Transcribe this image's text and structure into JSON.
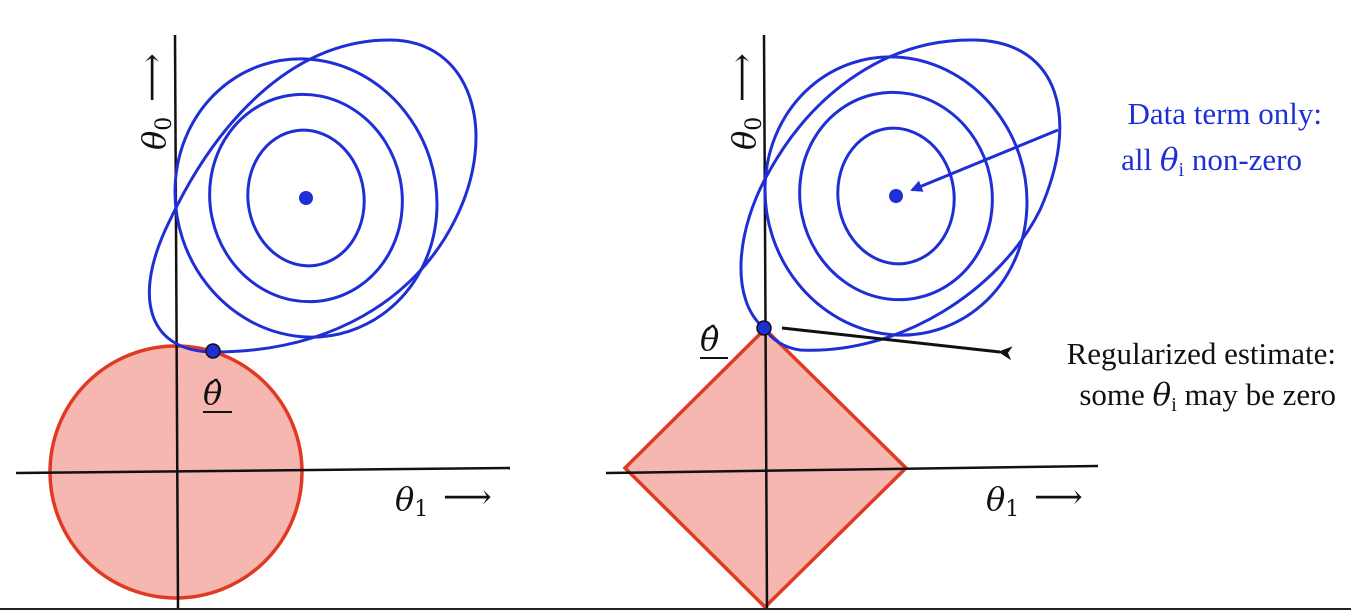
{
  "colors": {
    "contour": "#1f2fd6",
    "constraint_stroke": "#e03a22",
    "constraint_fill": "#f6b7b0",
    "axis": "#111111",
    "annotation_blue": "#1f2fd6",
    "annotation_black": "#111111"
  },
  "left_panel": {
    "axis_x_label_symbol": "θ",
    "axis_x_label_sub": "1",
    "axis_x_arrow": "⟶",
    "axis_y_label_symbol": "θ",
    "axis_y_label_sub": "0",
    "axis_y_arrow": "⟶",
    "estimate_label": "θ̂",
    "constraint_shape": "circle"
  },
  "right_panel": {
    "axis_x_label_symbol": "θ",
    "axis_x_label_sub": "1",
    "axis_x_arrow": "⟶",
    "axis_y_label_symbol": "θ",
    "axis_y_label_sub": "0",
    "axis_y_arrow": "⟶",
    "estimate_label": "θ̂",
    "constraint_shape": "diamond",
    "annotation_data": {
      "line1": "Data term only:",
      "line2_prefix": "all ",
      "line2_symbol": "θ",
      "line2_sub": "i",
      "line2_suffix": " non-zero"
    },
    "annotation_regularized": {
      "line1": "Regularized estimate:",
      "line2_prefix": "some ",
      "line2_symbol": "θ",
      "line2_sub": "i",
      "line2_suffix": " may be zero"
    }
  }
}
